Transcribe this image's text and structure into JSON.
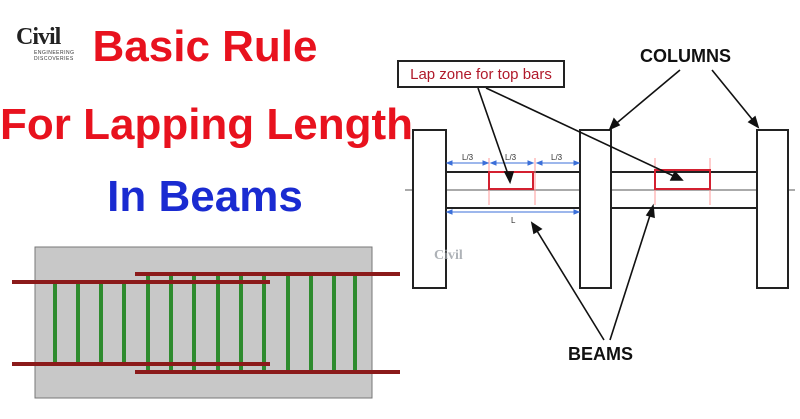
{
  "logo": {
    "text": "Civil",
    "subtitle": "ENGINEERING DISCOVERIES"
  },
  "title": {
    "line1": "Basic Rule",
    "line2": "For Lapping Length",
    "line3": "In Beams"
  },
  "diagram": {
    "lap_zone_label": "Lap zone for top bars",
    "columns_label": "COLUMNS",
    "beams_label": "BEAMS",
    "dim_third": "L/3",
    "dim_span": "L",
    "watermark": "Civil"
  },
  "colors": {
    "title_red": "#e8121e",
    "title_blue": "#1a2bd1",
    "lap_zone_red": "#d32030",
    "bar_dark_red": "#8b1a1a",
    "stirrup_green": "#2e8b2e",
    "concrete_gray": "#c8c8c8"
  }
}
